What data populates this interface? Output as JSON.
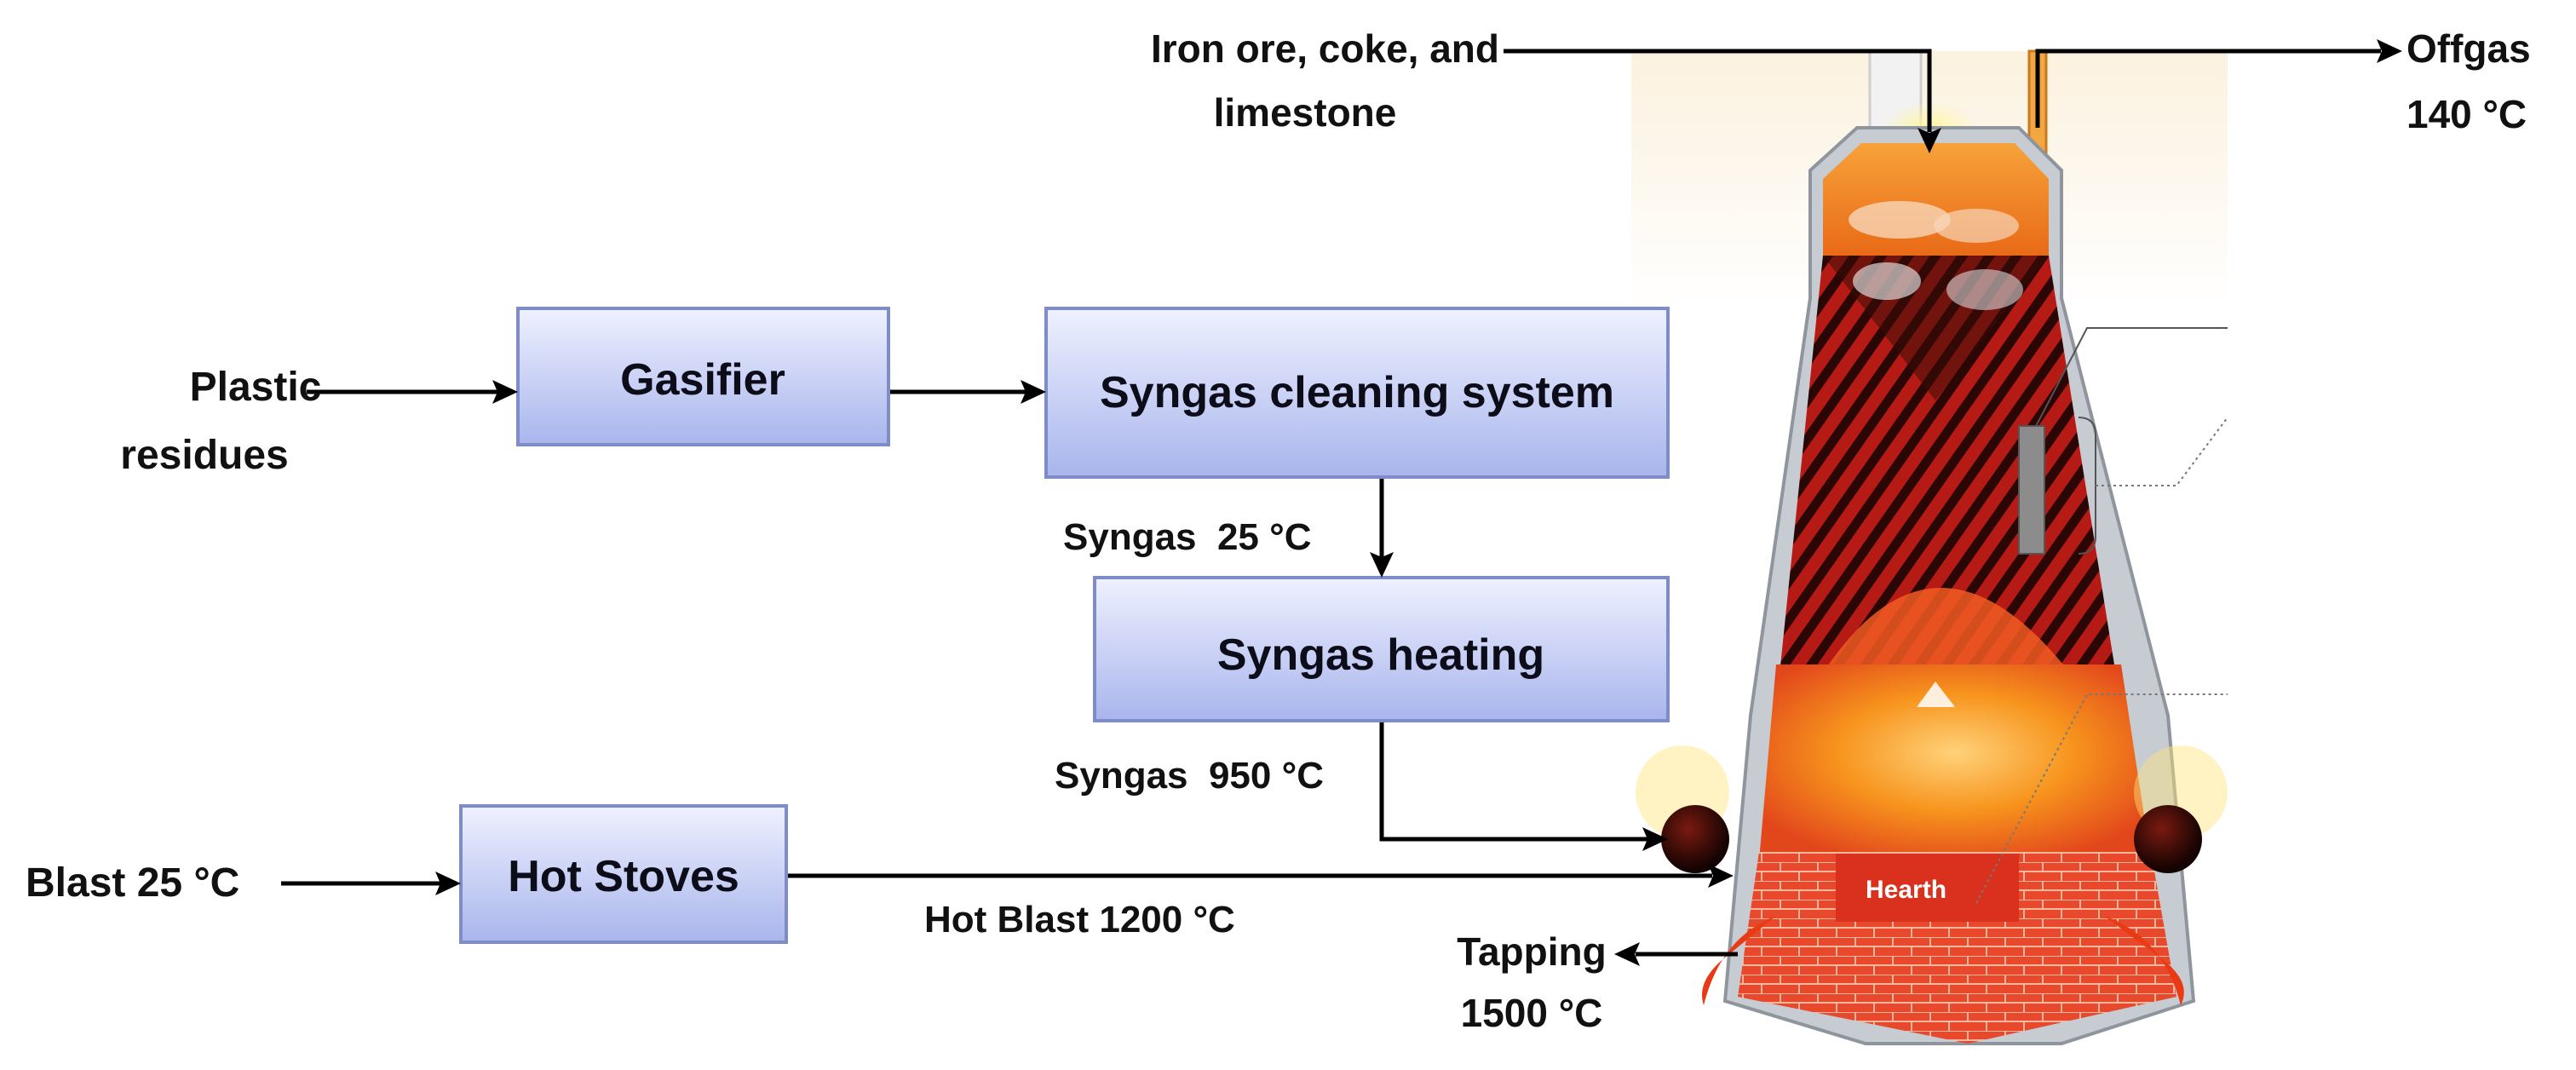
{
  "process_boxes": {
    "gasifier": "Gasifier",
    "syngas_cleaning": "Syngas cleaning system",
    "syngas_heating": "Syngas heating",
    "hot_stoves": "Hot Stoves"
  },
  "inputs": {
    "plastic_line1": "Plastic",
    "plastic_line2": "residues",
    "blast": "Blast 25 °C",
    "charge_line1": "Iron ore, coke, and",
    "charge_line2": "limestone"
  },
  "streams": {
    "syngas_cold": "Syngas  25 °C",
    "syngas_hot": "Syngas  950 °C",
    "hot_blast": "Hot Blast 1200 °C"
  },
  "outputs": {
    "offgas_line1": "Offgas",
    "offgas_line2": "140 °C",
    "tapping_line1": "Tapping",
    "tapping_line2": "1500 °C"
  },
  "furnace": {
    "hearth_label": "Hearth"
  },
  "colors": {
    "box_fill_top": "#e8ecff",
    "box_fill_bottom": "#aab6ee",
    "box_stroke": "#7e8cc8",
    "arrow": "#000000",
    "furnace_red": "#d92a1e",
    "furnace_orange": "#f58a1f",
    "wall_gray": "#c7ccd3"
  }
}
